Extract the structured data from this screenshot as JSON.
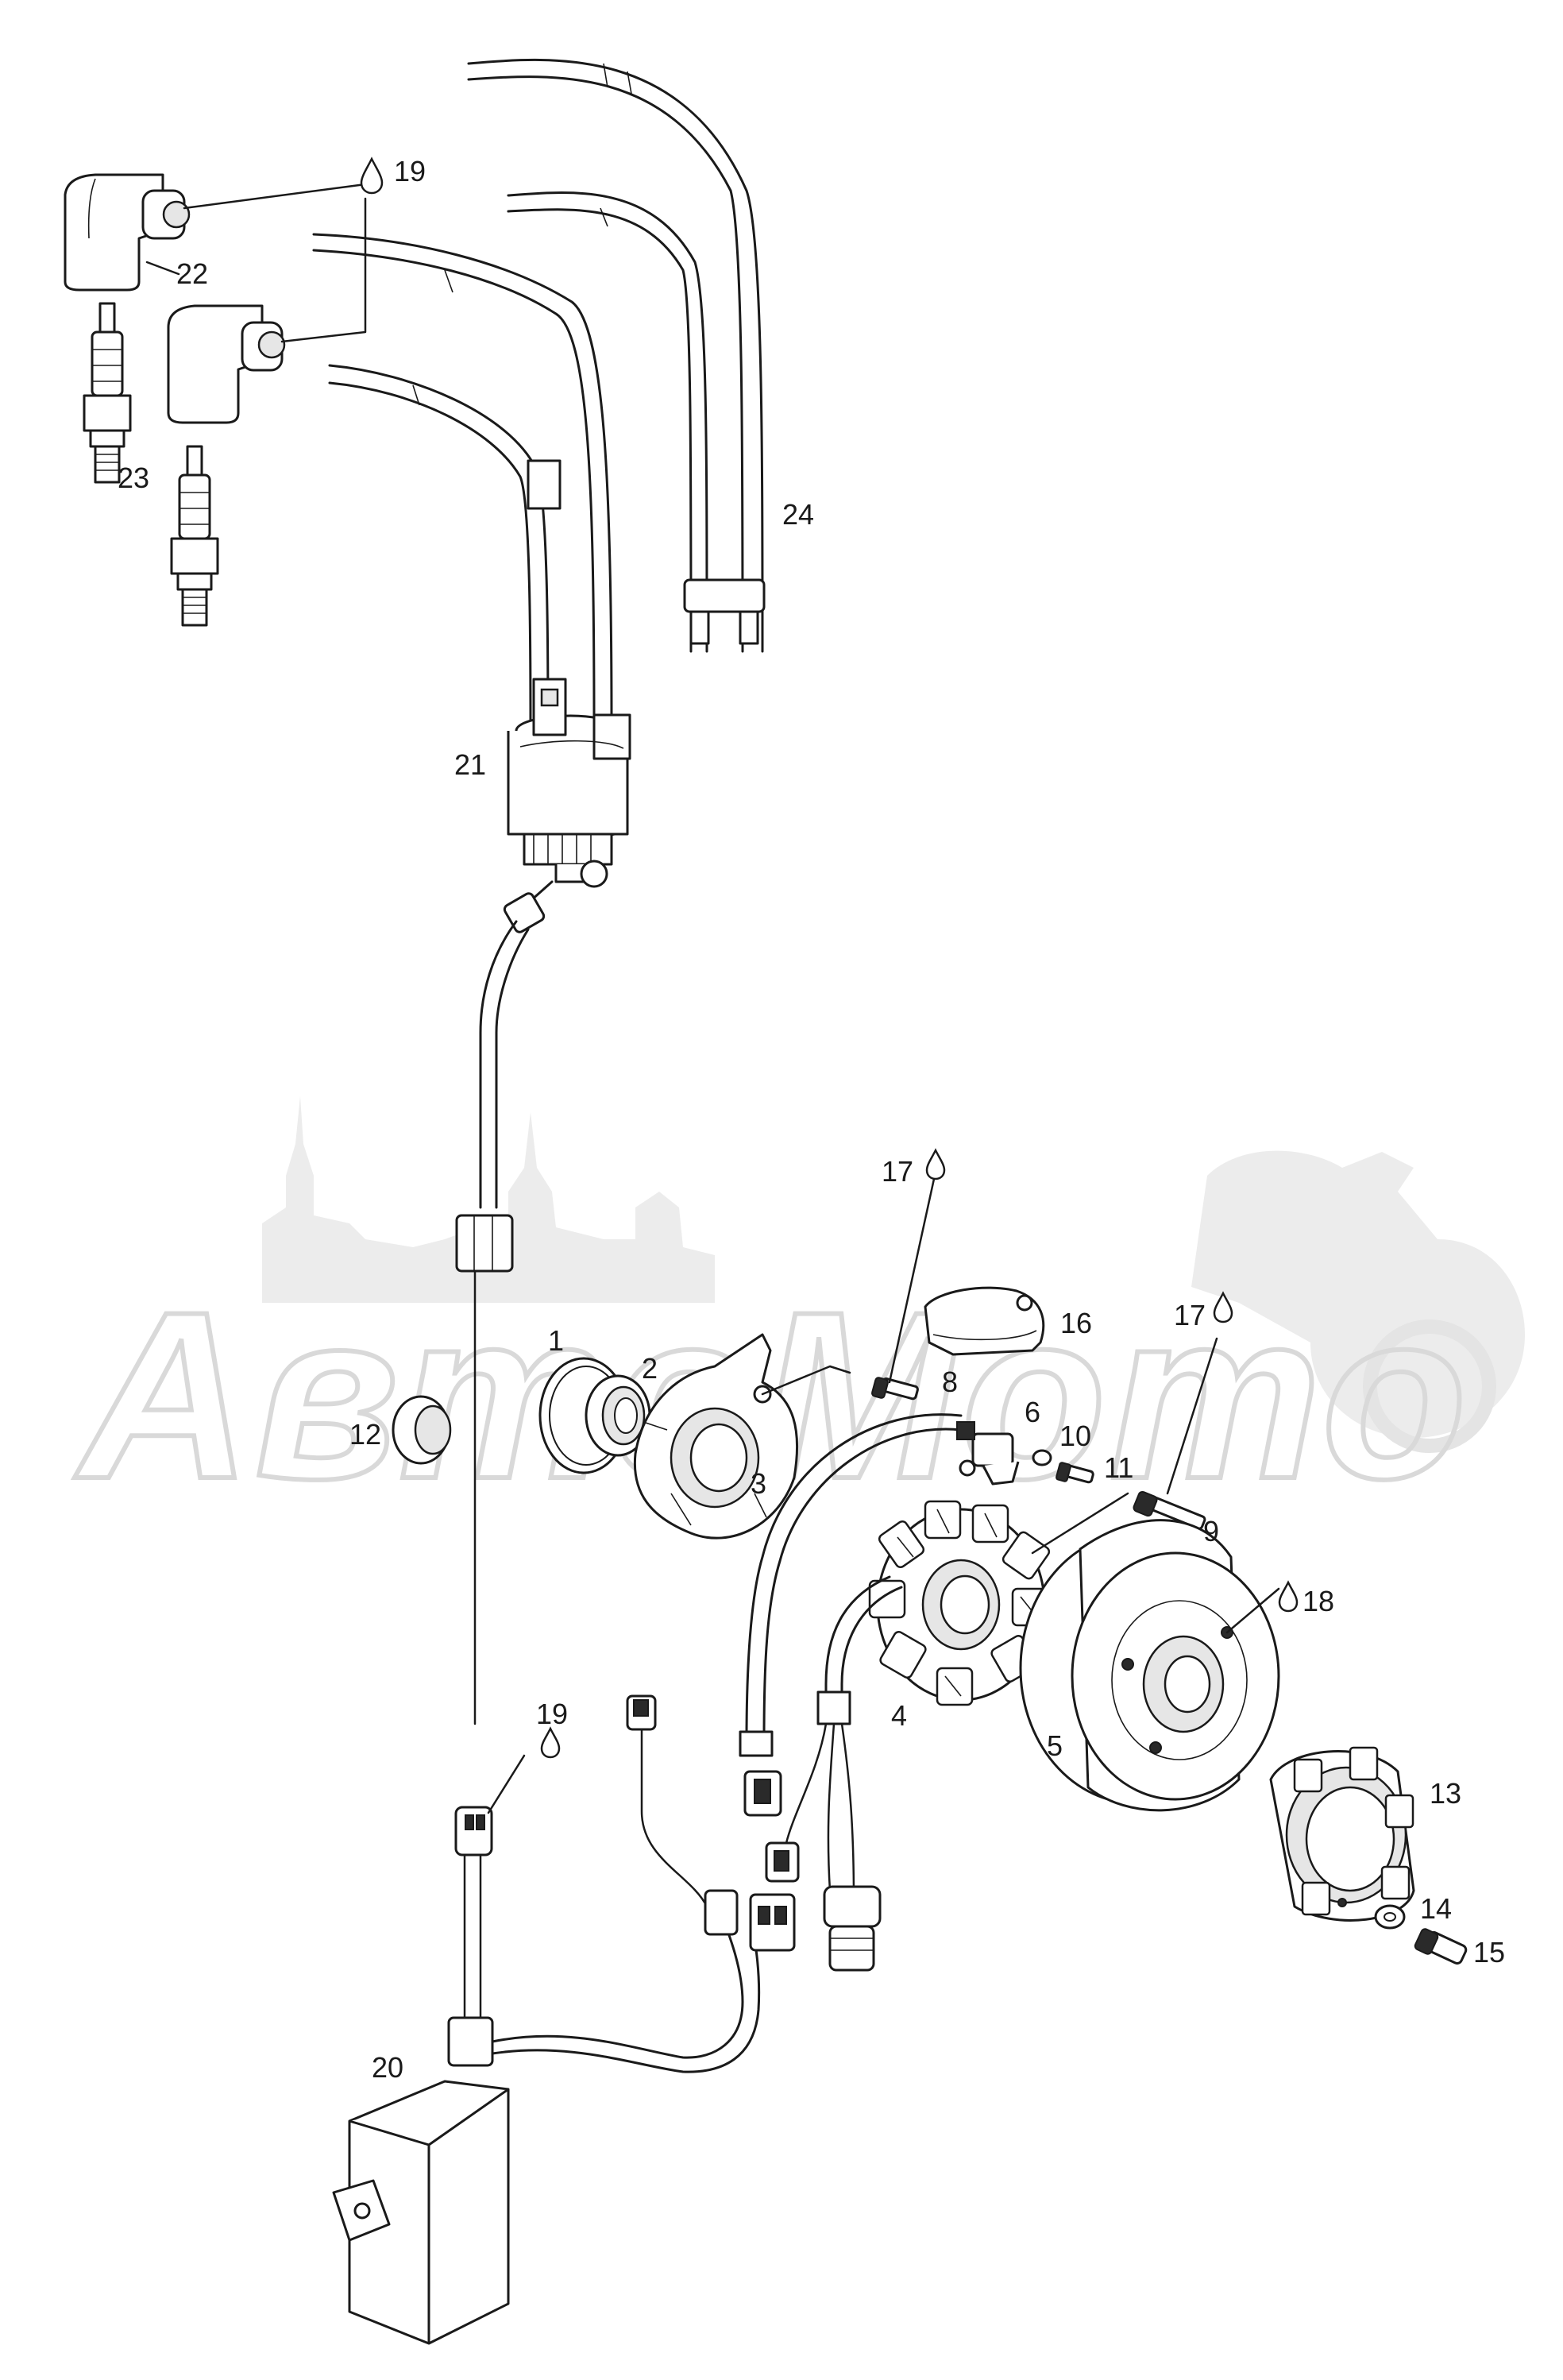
{
  "watermark": {
    "text": "АвтоМото"
  },
  "labels": {
    "p1": "1",
    "p2": "2",
    "p3": "3",
    "p4": "4",
    "p5": "5",
    "p6": "6",
    "p8": "8",
    "p9": "9",
    "p10": "10",
    "p11": "11",
    "p12": "12",
    "p13": "13",
    "p14": "14",
    "p15": "15",
    "p16": "16",
    "p17a": "17",
    "p17b": "17",
    "p18": "18",
    "p19a": "19",
    "p19b": "19",
    "p20": "20",
    "p21": "21",
    "p22": "22",
    "p23": "23",
    "p24": "24"
  },
  "icons": {
    "grease": "drop-icon"
  }
}
